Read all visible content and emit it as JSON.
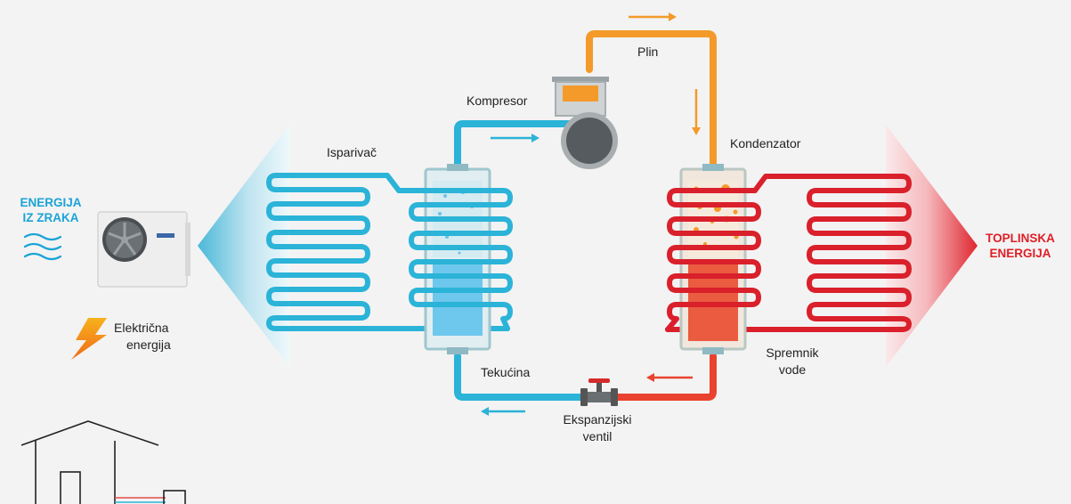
{
  "labels": {
    "energy_air_line1": "ENERGIJA",
    "energy_air_line2": "IZ ZRAKA",
    "thermal_energy_line1": "TOPLINSKA",
    "thermal_energy_line2": "ENERGIJA",
    "evaporator": "Isparivač",
    "compressor": "Kompresor",
    "gas": "Plin",
    "condenser": "Kondenzator",
    "electric_energy_line1": "Električna",
    "electric_energy_line2": "energija",
    "liquid": "Tekućina",
    "expansion_valve_line1": "Ekspanzijski",
    "expansion_valve_line2": "ventil",
    "water_tank_line1": "Spremnik",
    "water_tank_line2": "vode"
  },
  "colors": {
    "cold": "#2bb3d8",
    "cold_label": "#1aa3d6",
    "hot": "#d9202b",
    "hot_label": "#e01e26",
    "gas": "#f39a2a",
    "background": "#f3f3f3"
  },
  "icons": [
    "outdoor-unit-icon",
    "wind-icon",
    "lightning-icon",
    "house-icon",
    "compressor-icon",
    "expansion-valve-icon"
  ]
}
